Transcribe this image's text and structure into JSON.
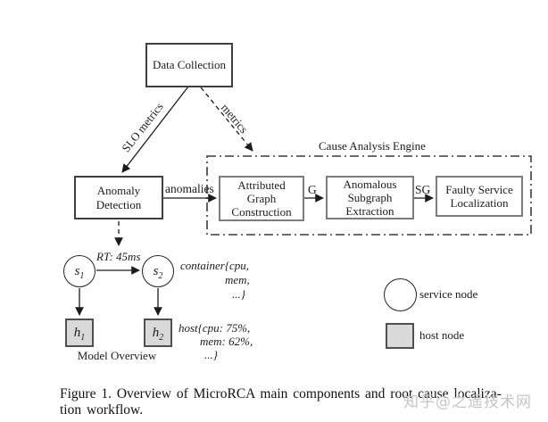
{
  "colors": {
    "line": "#1c1c1c",
    "engine_border": "#3c3c3c",
    "inner_box_border": "#7c7c7c",
    "host_fill": "#d9d9d9",
    "watermark_gray": "#c6c6c6"
  },
  "nodes": {
    "data_collection": "Data Collection",
    "anomaly_detection": "Anomaly\nDetection",
    "attributed_graph": "Attributed\nGraph\nConstruction",
    "anomalous_subgraph": "Anomalous\nSubgraph\nExtraction",
    "faulty_service": "Faulty Service\nLocalization"
  },
  "engine": {
    "title": "Cause Analysis Engine"
  },
  "edges": {
    "slo_metrics": "SLO metrics",
    "metrics": "metrics",
    "anomalies": "anomalies",
    "g": "G",
    "sg": "SG",
    "rt": "RT: 45ms"
  },
  "model": {
    "s1": {
      "base": "s",
      "sub": "1"
    },
    "s2": {
      "base": "s",
      "sub": "2"
    },
    "h1": {
      "base": "h",
      "sub": "1"
    },
    "h2": {
      "base": "h",
      "sub": "2"
    },
    "caption": "Model Overview",
    "container_annotation": [
      "container{cpu,",
      "mem,",
      "...}"
    ],
    "host_annotation": [
      "host{cpu: 75%,",
      "mem: 62%,",
      "...}"
    ]
  },
  "legend": {
    "service": "service node",
    "host": "host node"
  },
  "caption": {
    "line1": "Figure 1.  Overview of MicroRCA main components and root cause localiza-",
    "line2": "tion workflow."
  },
  "watermark": "知乎@之遥技术网"
}
